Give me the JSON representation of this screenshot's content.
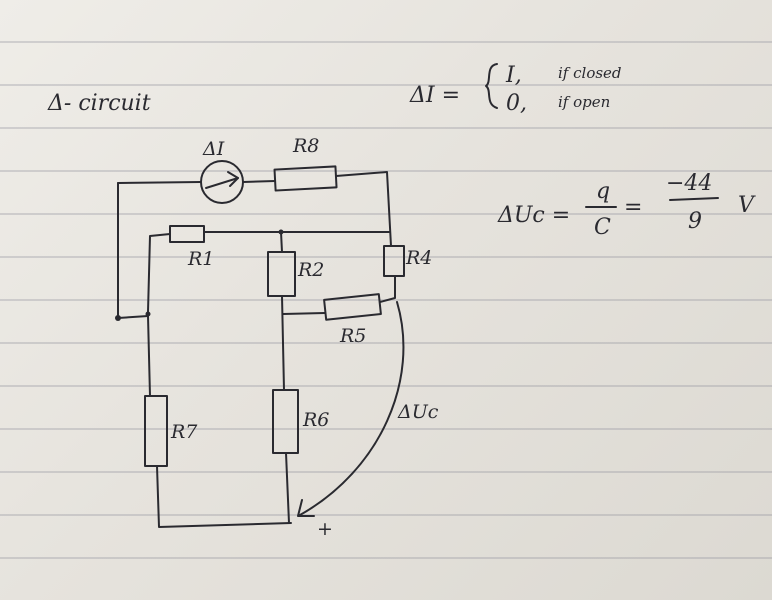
{
  "title": "Δ- circuit",
  "source_label": "ΔI",
  "resistors": {
    "r1": "R1",
    "r2": "R2",
    "r4": "R4",
    "r5": "R5",
    "r6": "R6",
    "r7": "R7",
    "r8": "R8"
  },
  "voltage_label": "ΔUc",
  "plus_sign": "+",
  "current_equation": {
    "lhs": "ΔI =",
    "case1_value": "I,",
    "case1_condition": "if closed",
    "case2_value": "0,",
    "case2_condition": "if open"
  },
  "voltage_equation": {
    "lhs": "ΔUc =",
    "numerator1": "q",
    "denominator1": "C",
    "equals": "=",
    "numerator2": "−44",
    "denominator2": "9",
    "unit": "V"
  }
}
